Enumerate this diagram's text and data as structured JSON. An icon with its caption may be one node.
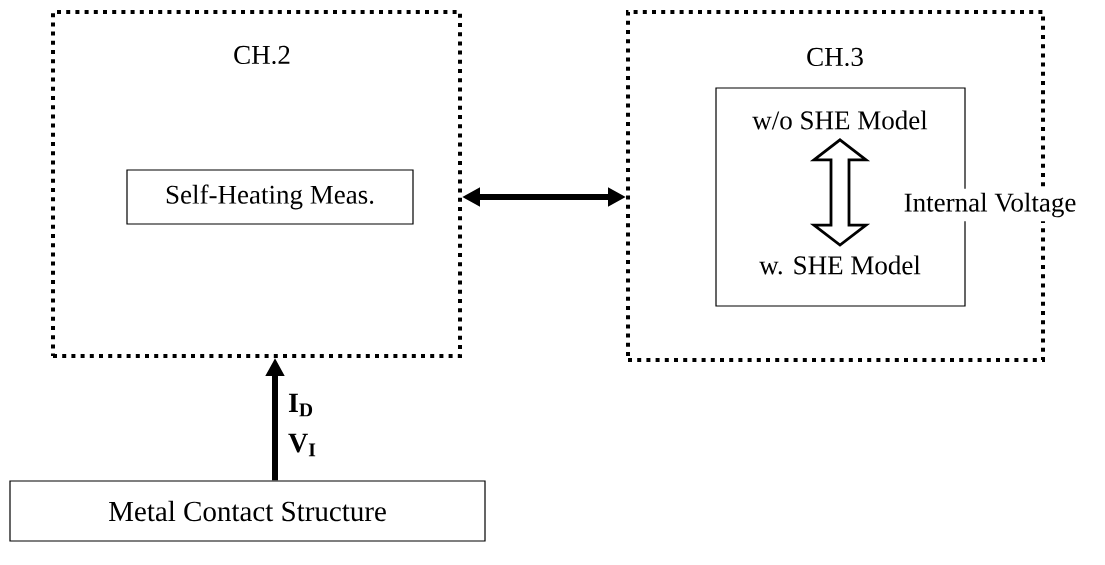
{
  "diagram": {
    "nodes": [
      {
        "text": [
          "CH.2"
        ]
      },
      {
        "text": [
          "Self-Heating Meas."
        ],
        "in": 0
      },
      {
        "text": [
          "CH.3"
        ]
      },
      {
        "text": [],
        "shape": "box",
        "in": 2
      },
      {
        "text": [
          "w/o SHE Model"
        ],
        "in": 3
      },
      {
        "text": [
          "w. SHE Model"
        ],
        "in": 3
      },
      {
        "text": [
          "Metal Contact Structure"
        ]
      }
    ],
    "edges": [
      {
        "from": 0,
        "to": 2,
        "arrow": "both"
      },
      {
        "from": 4,
        "to": 5,
        "arrow": "both",
        "label": "Internal Voltage"
      },
      {
        "from": 6,
        "to": 0,
        "arrow": "to",
        "label": "I$_{D}$ V$_{I}$"
      }
    ]
  }
}
